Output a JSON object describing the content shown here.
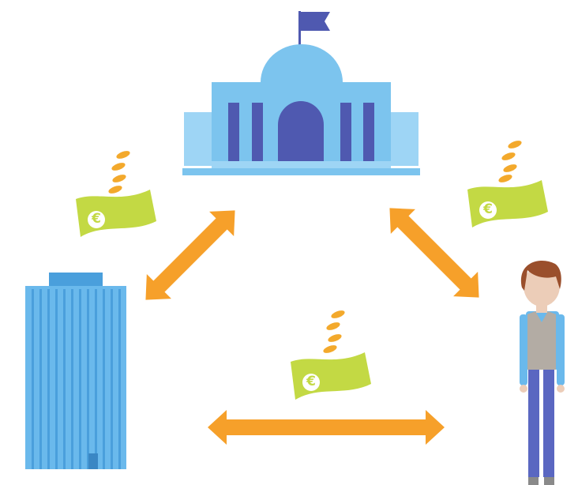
{
  "colors": {
    "background": "#ffffff",
    "government_light": "#7cc4ee",
    "government_base": "#9ed5f5",
    "government_dark": "#4f59b0",
    "company_fill": "#6ab9ec",
    "company_stripe": "#4a9fdc",
    "company_roof": "#4a9fdc",
    "arrow": "#f6a02a",
    "money": "#c3d944",
    "money_dark": "#a6bf2d",
    "coin": "#f3a92c",
    "person_skin": "#eccdb8",
    "person_hair": "#9a4f2c",
    "person_vest": "#b3aca4",
    "person_shirt": "#6ab9ec",
    "person_trousers": "#5a67c1",
    "person_shoes": "#8a8a8a"
  },
  "nodes": [
    {
      "id": "government",
      "icon": "government-building-icon"
    },
    {
      "id": "company",
      "icon": "company-office-tower-icon"
    },
    {
      "id": "household",
      "icon": "person-icon"
    }
  ],
  "flows": [
    {
      "between": [
        "government",
        "company"
      ],
      "direction": "two-way",
      "icon": "double-headed-arrow-icon",
      "payment_icon": "euro-banknote-with-coins-icon",
      "currency_symbol": "€"
    },
    {
      "between": [
        "government",
        "household"
      ],
      "direction": "two-way",
      "icon": "double-headed-arrow-icon",
      "payment_icon": "euro-banknote-with-coins-icon",
      "currency_symbol": "€"
    },
    {
      "between": [
        "company",
        "household"
      ],
      "direction": "two-way",
      "icon": "double-headed-arrow-icon",
      "payment_icon": "euro-banknote-with-coins-icon",
      "currency_symbol": "€"
    }
  ]
}
